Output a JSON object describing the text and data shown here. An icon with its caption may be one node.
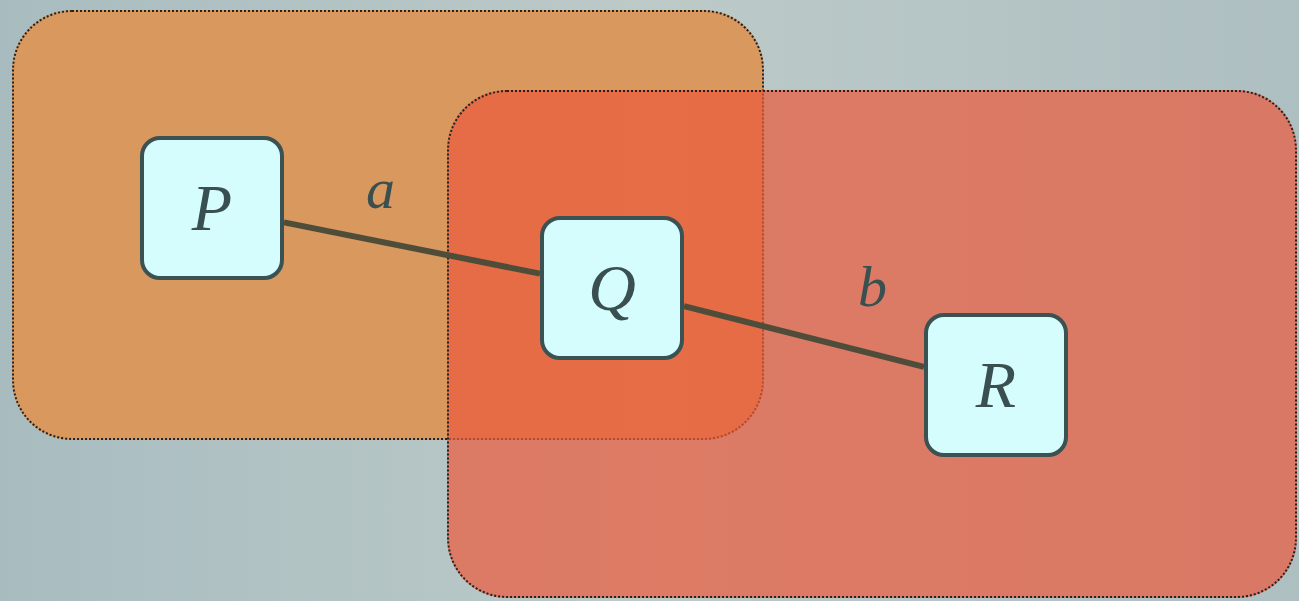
{
  "diagram": {
    "nodes": [
      {
        "text": [],
        "shape": "box"
      },
      {
        "text": [],
        "shape": "box"
      },
      {
        "text": [
          "P"
        ],
        "in": 0
      },
      {
        "text": [
          "Q"
        ]
      },
      {
        "text": [
          "R"
        ],
        "in": 1
      }
    ],
    "edges": [
      {
        "from": 2,
        "to": 3,
        "arrow": "none",
        "label": "a"
      },
      {
        "from": 3,
        "to": 4,
        "arrow": "none",
        "label": "b"
      }
    ]
  }
}
